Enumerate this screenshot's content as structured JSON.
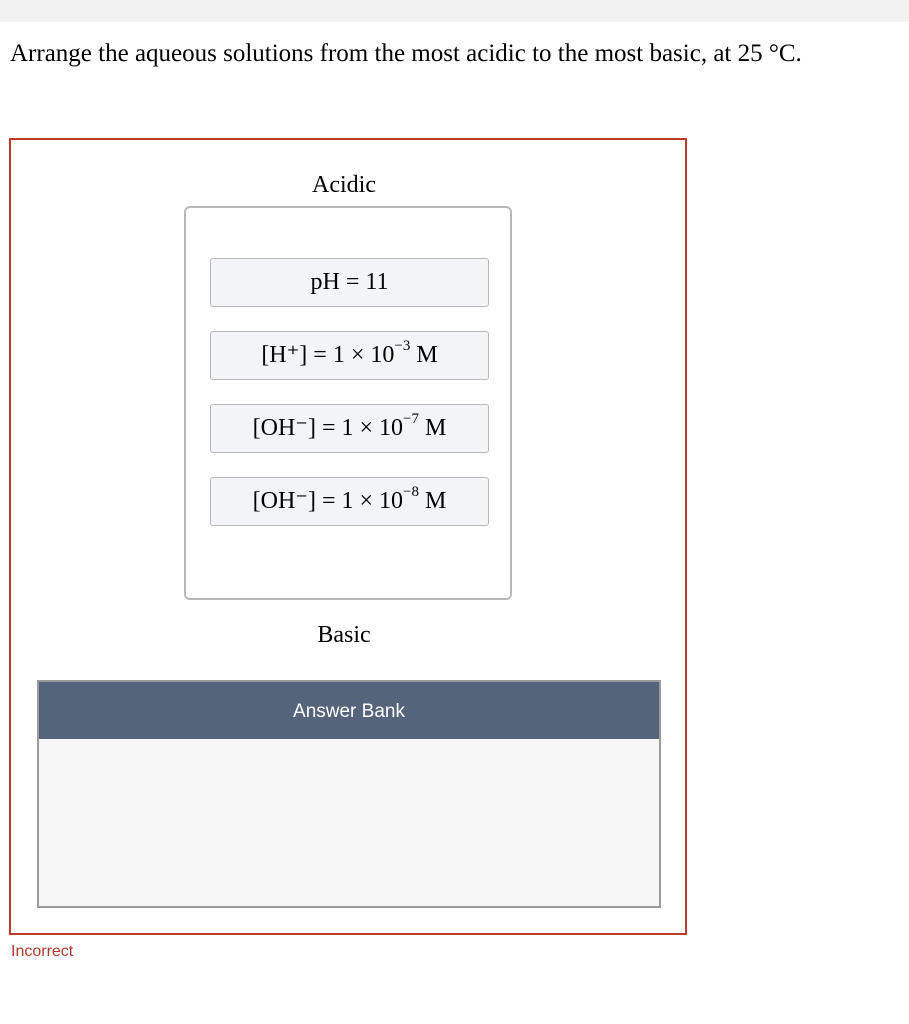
{
  "question": "Arrange the aqueous solutions from the most acidic to the most basic, at 25 °C.",
  "labels": {
    "top": "Acidic",
    "bottom": "Basic"
  },
  "tiles": [
    {
      "base": "pH = 11",
      "sup": "",
      "tail": ""
    },
    {
      "base": "[H⁺] = 1 × 10",
      "sup": "−3",
      "tail": " M"
    },
    {
      "base": "[OH⁻] = 1 × 10",
      "sup": "−7",
      "tail": " M"
    },
    {
      "base": "[OH⁻] = 1 × 10",
      "sup": "−8",
      "tail": " M"
    }
  ],
  "answer_bank": {
    "title": "Answer Bank"
  },
  "status": {
    "text": "Incorrect",
    "color": "#b03a2e"
  },
  "colors": {
    "frame_border": "#c0392b",
    "bank_header": "#55647a"
  }
}
